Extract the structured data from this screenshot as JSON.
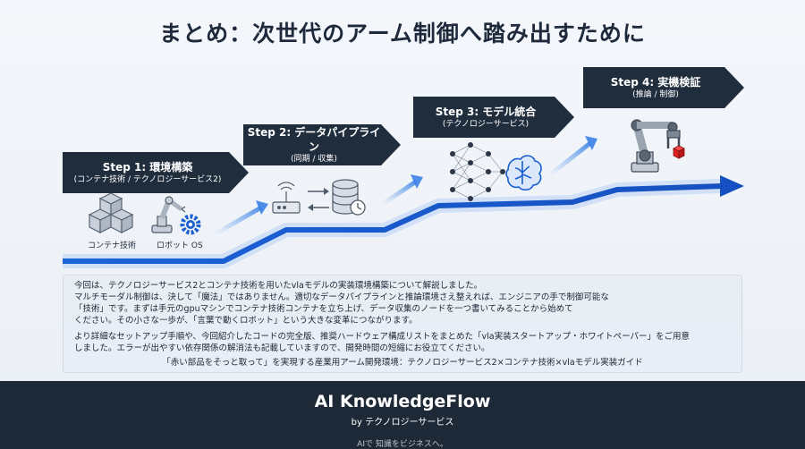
{
  "title": "まとめ：次世代のアーム制御へ踏み出すために",
  "steps": [
    {
      "title": "Step 1: 環境構築",
      "sub": "(コンテナ技術 / テクノロジーサービス2)"
    },
    {
      "title": "Step 2: データパイプライン",
      "sub": "(同期 / 収集)"
    },
    {
      "title": "Step 3: モデル統合",
      "sub": "(テクノロジーサービス)"
    },
    {
      "title": "Step 4: 実機検証",
      "sub": "(推論 / 制御)"
    }
  ],
  "captions": {
    "container": "コンテナ技術",
    "robot_os": "ロボット OS"
  },
  "icons": [
    "cubes-icon",
    "robot-arm-icon",
    "gear-icon",
    "router-icon",
    "database-icon",
    "clock-icon",
    "neural-net-icon",
    "brain-icon",
    "robot-gripper-icon"
  ],
  "summary": {
    "p1": [
      "今回は、テクノロジーサービス2とコンテナ技術を用いたvlaモデルの実装環境構築について解説しました。",
      "マルチモーダル制御は、決して「魔法」ではありません。適切なデータパイプラインと推論環境さえ整えれば、エンジニアの手で制御可能な",
      "「技術」です。まずは手元のgpuマシンでコンテナ技術コンテナを立ち上げ、データ収集のノードを一つ書いてみることから始めて",
      "ください。その小さな一歩が、「言葉で動くロボット」という大きな変革につながります。"
    ],
    "p2": [
      "より詳細なセットアップ手順や、今回紹介したコードの完全版、推奨ハードウェア構成リストをまとめた「vla実装スタートアップ・ホワイトペーパー」をご用意",
      "しました。エラーが出やすい依存関係の解消法も記載していますので、開発時間の短縮にお役立てください。"
    ],
    "p3": "「赤い部品をそっと取って」を実現する産業用アーム開発環境：テクノロジーサービス2×コンテナ技術×vlaモデル実装ガイド"
  },
  "footer": {
    "brand": "AI KnowledgeFlow",
    "by": "by テクノロジーサービス",
    "tagline": "AIで 知識をビジネスへ。"
  },
  "colors": {
    "dark": "#1f2d3d",
    "blue": "#1a5fd0",
    "red": "#e02020"
  }
}
